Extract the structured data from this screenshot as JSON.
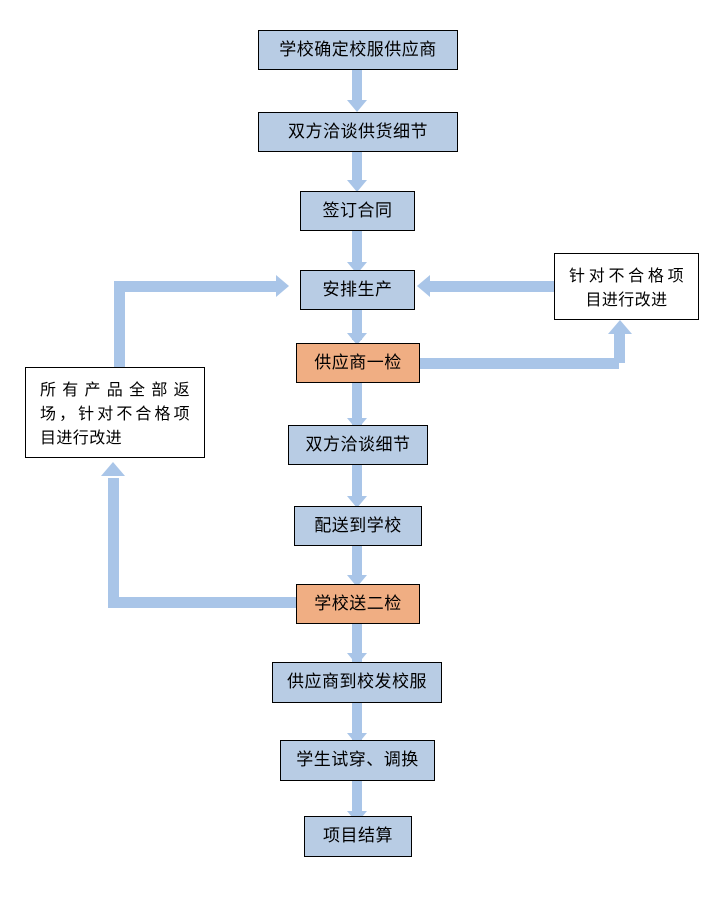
{
  "diagram": {
    "title_text": "",
    "colors": {
      "process_fill": "#b8cce4",
      "inspection_fill": "#f0ae83",
      "note_fill": "#ffffff",
      "connector": "#a9c5e8",
      "border": "#000000",
      "background": "#ffffff"
    },
    "nodes": {
      "n1": {
        "label": "学校确定校服供应商",
        "kind": "process"
      },
      "n2": {
        "label": "双方洽谈供货细节",
        "kind": "process"
      },
      "n3": {
        "label": "签订合同",
        "kind": "process"
      },
      "n4": {
        "label": "安排生产",
        "kind": "process"
      },
      "n5": {
        "label": "供应商一检",
        "kind": "inspection"
      },
      "n6": {
        "label": "双方洽谈细节",
        "kind": "process"
      },
      "n7": {
        "label": "配送到学校",
        "kind": "process"
      },
      "n8": {
        "label": "学校送二检",
        "kind": "inspection"
      },
      "n9": {
        "label": "供应商到校发校服",
        "kind": "process"
      },
      "n10": {
        "label": "学生试穿、调换",
        "kind": "process"
      },
      "n11": {
        "label": "项目结算",
        "kind": "process"
      },
      "note_right": {
        "line1": "针对不合格项",
        "line2": "目进行改进",
        "kind": "note"
      },
      "note_left": {
        "line1": "所有产品全部返",
        "line2": "场，针对不合格项",
        "line3": "目进行改进",
        "kind": "note"
      }
    },
    "edges": [
      {
        "from": "n1",
        "to": "n2",
        "shape": "vertical-down"
      },
      {
        "from": "n2",
        "to": "n3",
        "shape": "vertical-down"
      },
      {
        "from": "n3",
        "to": "n4",
        "shape": "vertical-down"
      },
      {
        "from": "n4",
        "to": "n5",
        "shape": "vertical-down"
      },
      {
        "from": "n5",
        "to": "n6",
        "shape": "vertical-down"
      },
      {
        "from": "n6",
        "to": "n7",
        "shape": "vertical-down"
      },
      {
        "from": "n7",
        "to": "n8",
        "shape": "vertical-down"
      },
      {
        "from": "n8",
        "to": "n9",
        "shape": "vertical-down"
      },
      {
        "from": "n9",
        "to": "n10",
        "shape": "vertical-down"
      },
      {
        "from": "n10",
        "to": "n11",
        "shape": "vertical-down"
      },
      {
        "from": "n5",
        "to": "note_right",
        "shape": "right-then-up"
      },
      {
        "from": "note_right",
        "to": "n4",
        "shape": "left"
      },
      {
        "from": "n8",
        "to": "note_left",
        "shape": "left-then-up"
      },
      {
        "from": "note_left",
        "to": "n4",
        "shape": "up-then-right"
      }
    ]
  }
}
